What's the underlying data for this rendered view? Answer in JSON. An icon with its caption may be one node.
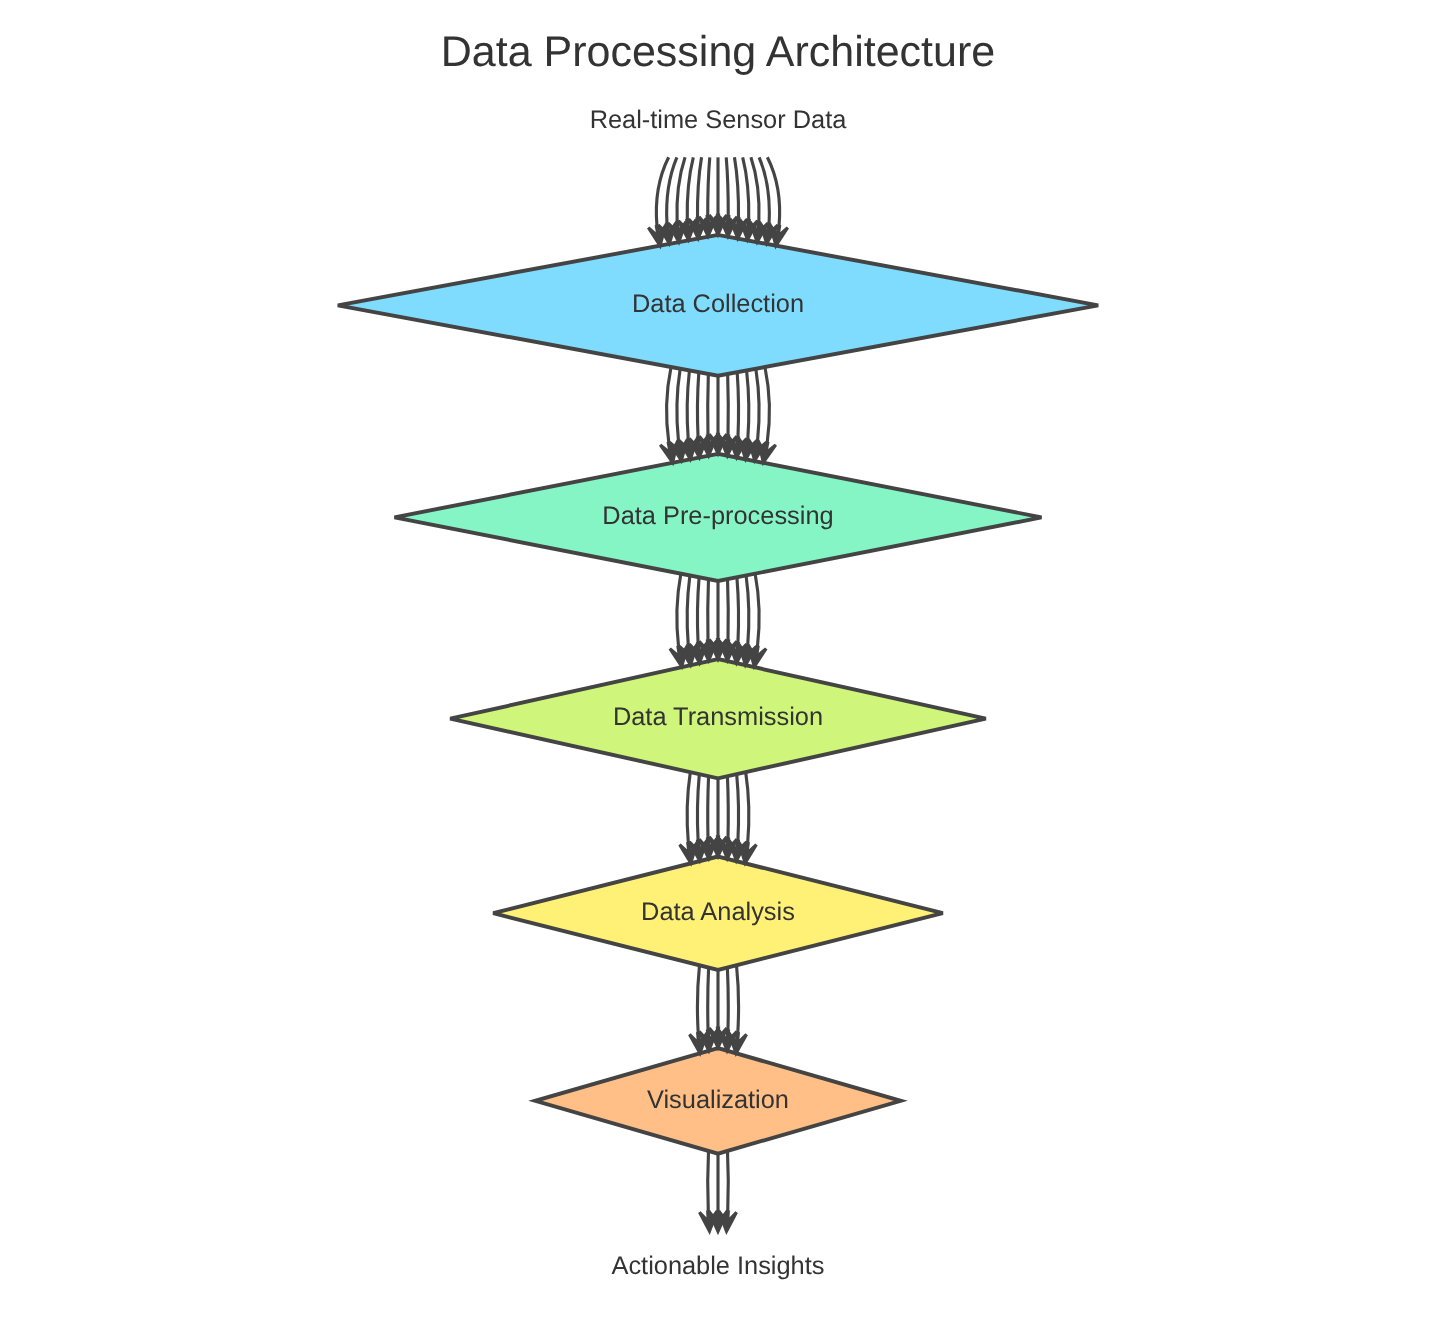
{
  "diagram": {
    "title": "Data Processing Architecture",
    "nodes": [
      {
        "text": [
          "Real-time Sensor Data"
        ]
      },
      {
        "text": [
          "Data Collection"
        ]
      },
      {
        "text": [
          "Data Pre-processing"
        ]
      },
      {
        "text": [
          "Data Transmission"
        ]
      },
      {
        "text": [
          "Data Analysis"
        ]
      },
      {
        "text": [
          "Visualization"
        ]
      },
      {
        "text": [
          "Actionable Insights"
        ]
      }
    ],
    "edges": [
      {
        "from": 0,
        "to": 1,
        "arrow": "to"
      },
      {
        "from": 0,
        "to": 1,
        "arrow": "to"
      },
      {
        "from": 0,
        "to": 1,
        "arrow": "to"
      },
      {
        "from": 0,
        "to": 1,
        "arrow": "to"
      },
      {
        "from": 0,
        "to": 1,
        "arrow": "to"
      },
      {
        "from": 0,
        "to": 1,
        "arrow": "to"
      },
      {
        "from": 0,
        "to": 1,
        "arrow": "to"
      },
      {
        "from": 0,
        "to": 1,
        "arrow": "to"
      },
      {
        "from": 0,
        "to": 1,
        "arrow": "to"
      },
      {
        "from": 0,
        "to": 1,
        "arrow": "to"
      },
      {
        "from": 0,
        "to": 1,
        "arrow": "to"
      },
      {
        "from": 0,
        "to": 1,
        "arrow": "to"
      },
      {
        "from": 0,
        "to": 1,
        "arrow": "to"
      },
      {
        "from": 1,
        "to": 2,
        "arrow": "to"
      },
      {
        "from": 1,
        "to": 2,
        "arrow": "to"
      },
      {
        "from": 1,
        "to": 2,
        "arrow": "to"
      },
      {
        "from": 1,
        "to": 2,
        "arrow": "to"
      },
      {
        "from": 1,
        "to": 2,
        "arrow": "to"
      },
      {
        "from": 1,
        "to": 2,
        "arrow": "to"
      },
      {
        "from": 1,
        "to": 2,
        "arrow": "to"
      },
      {
        "from": 1,
        "to": 2,
        "arrow": "to"
      },
      {
        "from": 1,
        "to": 2,
        "arrow": "to"
      },
      {
        "from": 1,
        "to": 2,
        "arrow": "to"
      },
      {
        "from": 1,
        "to": 2,
        "arrow": "to"
      },
      {
        "from": 2,
        "to": 3,
        "arrow": "to"
      },
      {
        "from": 2,
        "to": 3,
        "arrow": "to"
      },
      {
        "from": 2,
        "to": 3,
        "arrow": "to"
      },
      {
        "from": 2,
        "to": 3,
        "arrow": "to"
      },
      {
        "from": 2,
        "to": 3,
        "arrow": "to"
      },
      {
        "from": 2,
        "to": 3,
        "arrow": "to"
      },
      {
        "from": 2,
        "to": 3,
        "arrow": "to"
      },
      {
        "from": 2,
        "to": 3,
        "arrow": "to"
      },
      {
        "from": 2,
        "to": 3,
        "arrow": "to"
      },
      {
        "from": 3,
        "to": 4,
        "arrow": "to"
      },
      {
        "from": 3,
        "to": 4,
        "arrow": "to"
      },
      {
        "from": 3,
        "to": 4,
        "arrow": "to"
      },
      {
        "from": 3,
        "to": 4,
        "arrow": "to"
      },
      {
        "from": 3,
        "to": 4,
        "arrow": "to"
      },
      {
        "from": 3,
        "to": 4,
        "arrow": "to"
      },
      {
        "from": 3,
        "to": 4,
        "arrow": "to"
      },
      {
        "from": 4,
        "to": 5,
        "arrow": "to"
      },
      {
        "from": 4,
        "to": 5,
        "arrow": "to"
      },
      {
        "from": 4,
        "to": 5,
        "arrow": "to"
      },
      {
        "from": 4,
        "to": 5,
        "arrow": "to"
      },
      {
        "from": 4,
        "to": 5,
        "arrow": "to"
      },
      {
        "from": 5,
        "to": 6,
        "arrow": "to"
      },
      {
        "from": 5,
        "to": 6,
        "arrow": "to"
      },
      {
        "from": 5,
        "to": 6,
        "arrow": "to"
      }
    ]
  }
}
